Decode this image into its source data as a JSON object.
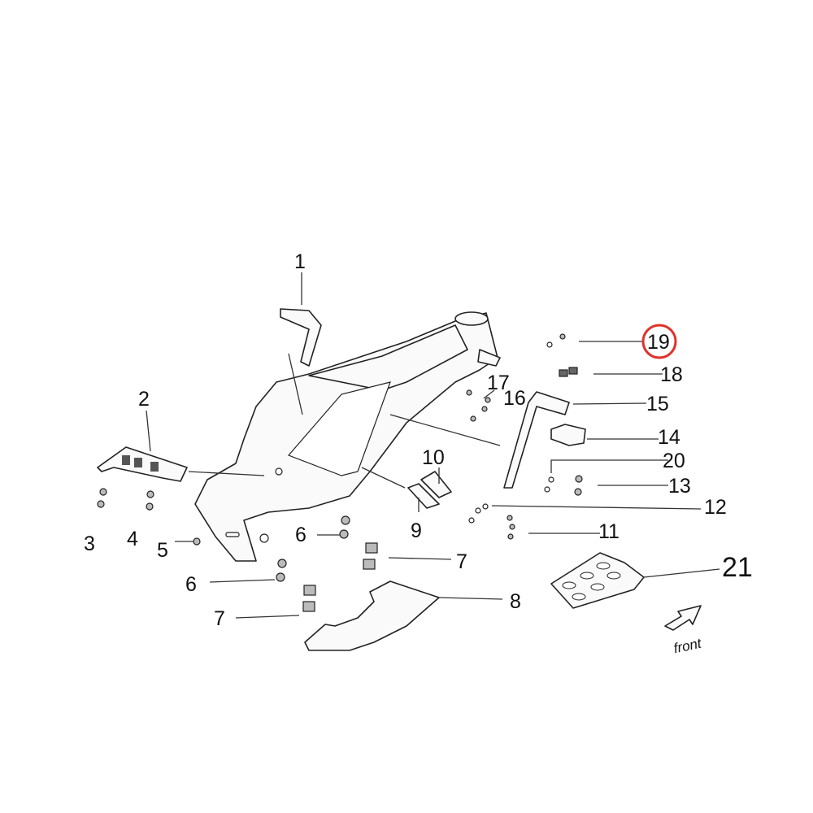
{
  "diagram": {
    "callouts": [
      {
        "id": "1",
        "label": "1"
      },
      {
        "id": "2",
        "label": "2"
      },
      {
        "id": "3",
        "label": "3"
      },
      {
        "id": "4",
        "label": "4"
      },
      {
        "id": "5",
        "label": "5"
      },
      {
        "id": "6a",
        "label": "6"
      },
      {
        "id": "6b",
        "label": "6"
      },
      {
        "id": "7a",
        "label": "7"
      },
      {
        "id": "7b",
        "label": "7"
      },
      {
        "id": "8",
        "label": "8"
      },
      {
        "id": "9",
        "label": "9"
      },
      {
        "id": "10",
        "label": "10"
      },
      {
        "id": "11",
        "label": "11"
      },
      {
        "id": "12",
        "label": "12"
      },
      {
        "id": "13",
        "label": "13"
      },
      {
        "id": "14",
        "label": "14"
      },
      {
        "id": "15",
        "label": "15"
      },
      {
        "id": "16",
        "label": "16"
      },
      {
        "id": "17",
        "label": "17"
      },
      {
        "id": "18",
        "label": "18"
      },
      {
        "id": "19",
        "label": "19"
      },
      {
        "id": "20",
        "label": "20"
      },
      {
        "id": "21",
        "label": "21"
      }
    ],
    "highlighted_callout": "19",
    "highlight_color": "#e0312b",
    "direction_label": "front"
  }
}
